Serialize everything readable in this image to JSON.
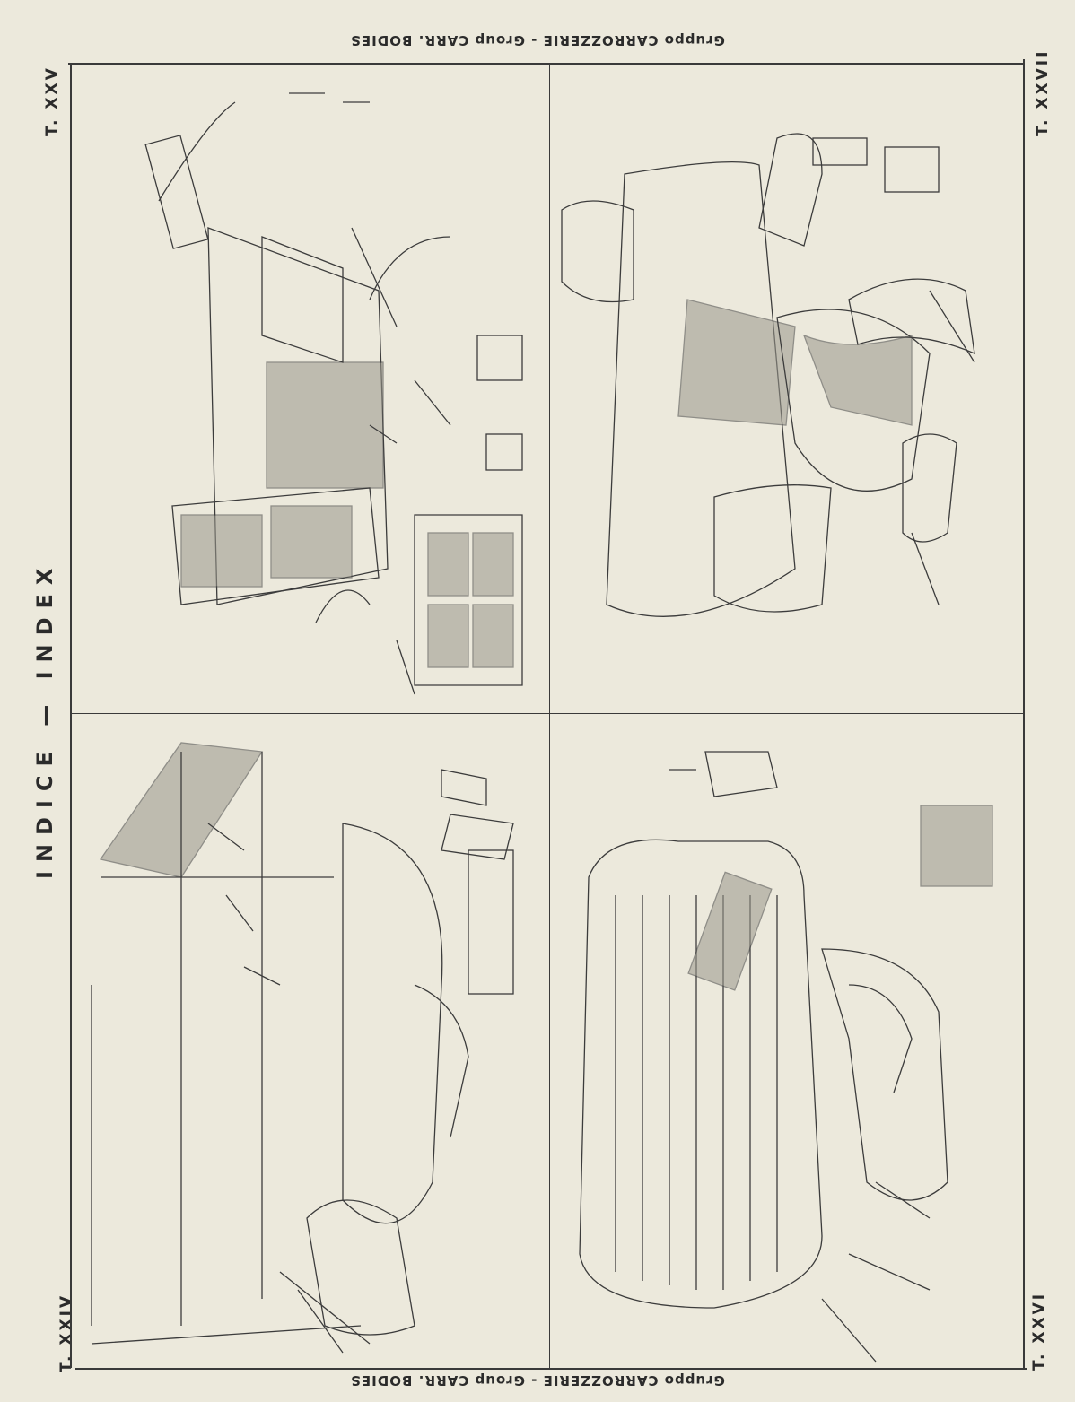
{
  "header": {
    "top": "Gruppo CARROZZERIE - Group CARR. BODIES",
    "bottom": "Gruppo CARROZZERIE - Group CARR. BODIES"
  },
  "index_title": "INDICE — INDEX",
  "tables": {
    "top_left": "T. XXV",
    "top_right": "T. XXVII",
    "bottom_left": "T. XXIV",
    "bottom_right": "T. XXVI"
  }
}
